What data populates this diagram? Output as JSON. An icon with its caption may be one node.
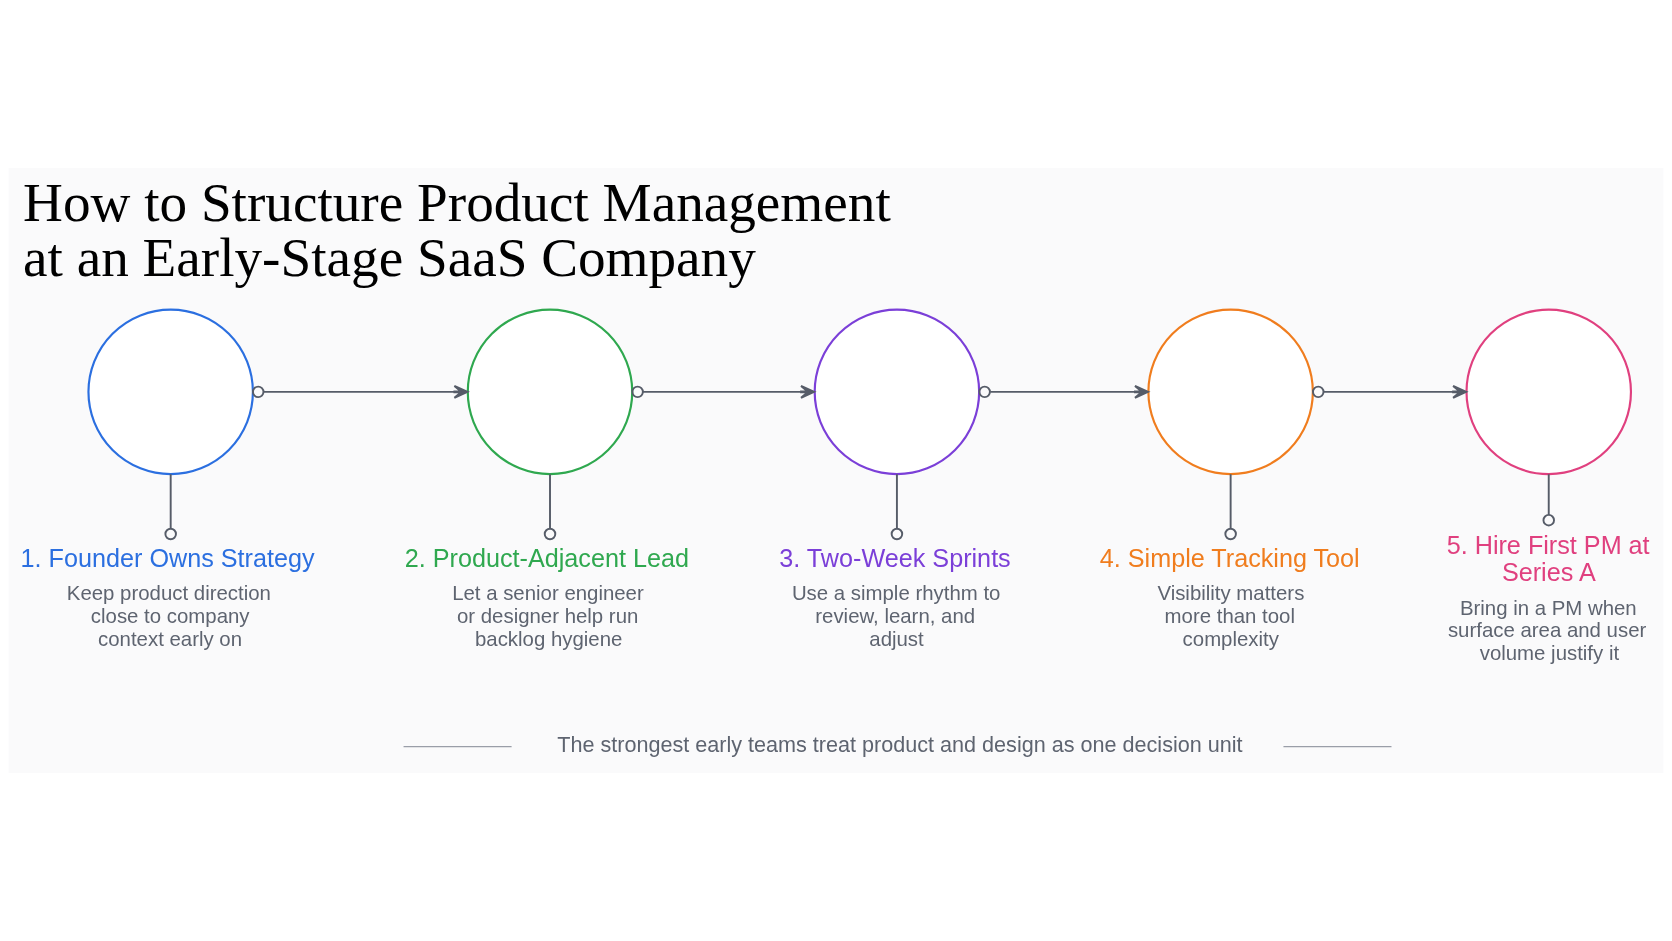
{
  "diagram": {
    "title": "How to Structure Product Management at an Early-Stage SaaS Company",
    "nodes": [
      {
        "text": [],
        "shape": "circle"
      },
      {
        "text": [
          "1. Founder Owns Strategy",
          "Keep product direction close to company context early on"
        ]
      },
      {
        "text": [],
        "shape": "circle"
      },
      {
        "text": [
          "2. Product-Adjacent Lead",
          "Let a senior engineer or designer help run backlog hygiene"
        ]
      },
      {
        "text": [],
        "shape": "circle"
      },
      {
        "text": [
          "3. Two-Week Sprints",
          "Use a simple rhythm to review, learn, and adjust"
        ]
      },
      {
        "text": [],
        "shape": "circle"
      },
      {
        "text": [
          "4. Simple Tracking Tool",
          "Visibility matters more than tool complexity"
        ]
      },
      {
        "text": [],
        "shape": "circle"
      },
      {
        "text": [
          "5. Hire First PM at Series A",
          "Bring in a PM when surface area and user volume justify it"
        ]
      }
    ],
    "edges": [
      {
        "from": 0,
        "to": 2,
        "arrow": "to"
      },
      {
        "from": 2,
        "to": 4,
        "arrow": "to"
      },
      {
        "from": 4,
        "to": 6,
        "arrow": "to"
      },
      {
        "from": 6,
        "to": 8,
        "arrow": "to"
      },
      {
        "from": 0,
        "to": 1,
        "arrow": "other"
      },
      {
        "from": 2,
        "to": 3,
        "arrow": "other"
      },
      {
        "from": 4,
        "to": 5,
        "arrow": "other"
      },
      {
        "from": 6,
        "to": 7,
        "arrow": "other"
      },
      {
        "from": 8,
        "to": 9,
        "arrow": "other"
      }
    ],
    "labels": [
      "The strongest early teams treat product and design as one decision unit"
    ]
  }
}
